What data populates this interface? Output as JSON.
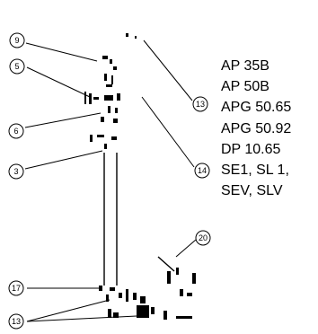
{
  "callouts": [
    {
      "id": "9",
      "label": "9"
    },
    {
      "id": "5",
      "label": "5"
    },
    {
      "id": "6",
      "label": "6"
    },
    {
      "id": "3",
      "label": "3"
    },
    {
      "id": "13a",
      "label": "13"
    },
    {
      "id": "14",
      "label": "14"
    },
    {
      "id": "20",
      "label": "20"
    },
    {
      "id": "17",
      "label": "17"
    },
    {
      "id": "13b",
      "label": "13"
    }
  ],
  "models": [
    "AP 35B",
    "AP 50B",
    "APG 50.65",
    "APG 50.92",
    "DP 10.65",
    "SE1, SL 1,",
    "SEV, SLV"
  ],
  "colors": {
    "ink": "#000000",
    "background": "#ffffff"
  }
}
